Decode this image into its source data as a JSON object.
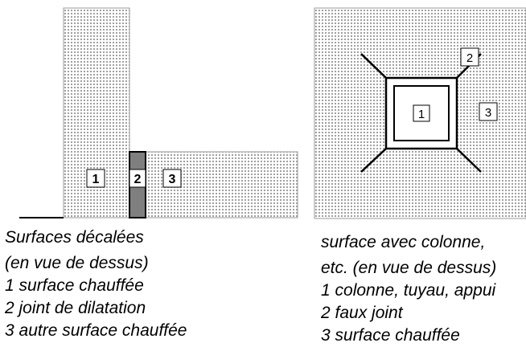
{
  "left_figure": {
    "labels": {
      "surface_1": "1",
      "joint_2": "2",
      "surface_3": "3"
    },
    "caption": [
      "Surfaces décalées",
      "(en vue de dessus)",
      "1 surface chauffée",
      "2 joint de dilatation",
      "3 autre surface chauffée"
    ]
  },
  "right_figure": {
    "labels": {
      "column_1": "1",
      "false_joint_2": "2",
      "surface_3": "3"
    },
    "caption": [
      "surface avec colonne,",
      "etc. (en vue de dessus)",
      "1 colonne, tuyau, appui",
      "2 faux joint",
      "3 surface chauffée"
    ]
  },
  "colors": {
    "joint_fill": "#7f7f7f",
    "grid_dot": "#9a9a9a",
    "line": "#000000"
  }
}
